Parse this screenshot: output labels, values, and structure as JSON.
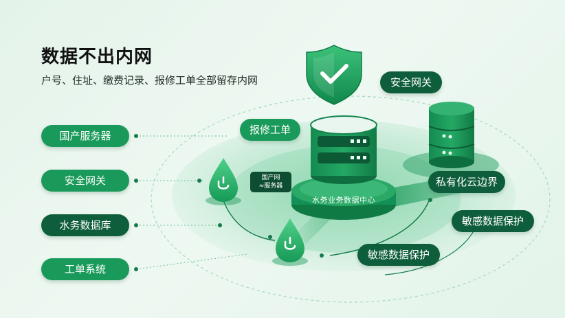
{
  "header": {
    "title": "数据不出内网",
    "subtitle": "户号、住址、缴费记录、报修工单全部留存内网"
  },
  "left_items": [
    {
      "label": "国产服务器"
    },
    {
      "label": "安全网关"
    },
    {
      "label": "水务数据库"
    },
    {
      "label": "工单系统"
    }
  ],
  "nodes": {
    "top_right_gateway": "安全网关",
    "repair_ticket": "报修工单",
    "private_cloud": "私有化云边界",
    "sensitive_1": "敏感数据保护",
    "sensitive_2": "敏感数据保护",
    "center_hub": "水务业务数据中心",
    "small_tag_line1": "国产网",
    "small_tag_line2": "≈服务器"
  },
  "icons": {
    "shield": "shield-check-icon",
    "server": "server-stack-icon",
    "database": "database-cylinder-icon",
    "drop": "water-drop-icon"
  },
  "colors": {
    "primary": "#1a9a5a",
    "dark": "#0f5e3b",
    "accent": "#2fb36b",
    "background": "#e9f6ef"
  }
}
